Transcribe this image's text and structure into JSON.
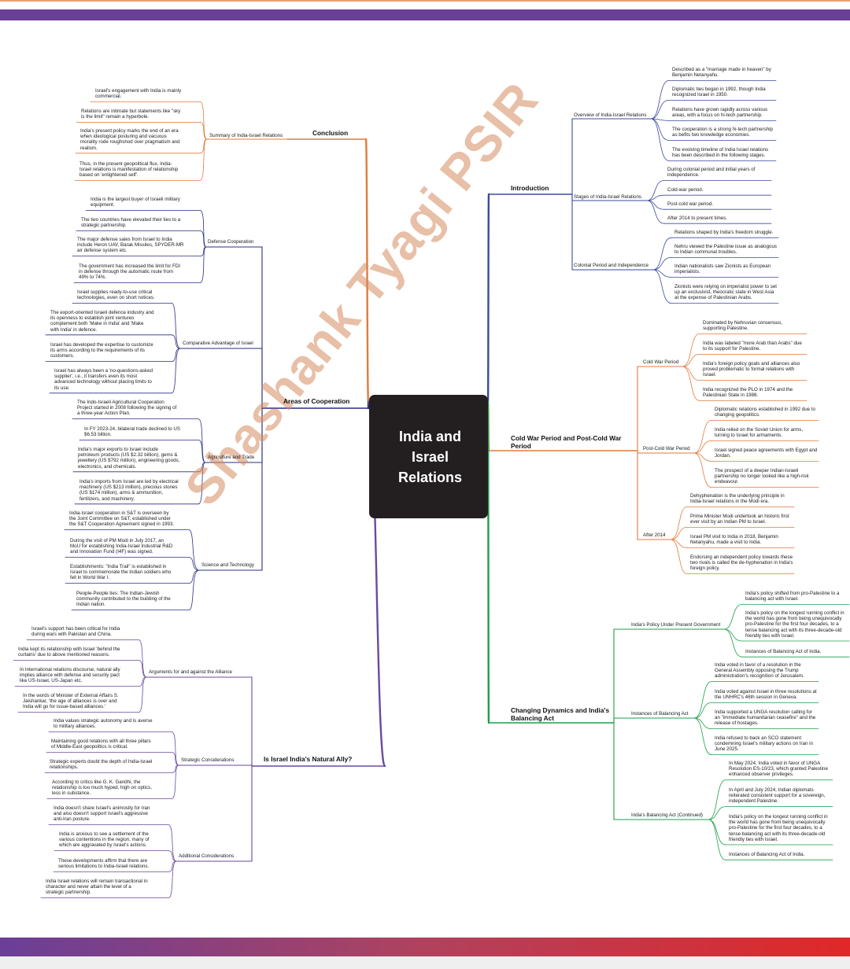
{
  "title": "India and\nIsrael\nRelations",
  "watermark": "Shashank Tyagi PSIR",
  "branch_colors": {
    "introduction": "#3a4a9e",
    "cold_war": "#e07b3b",
    "changing": "#1f9e4a",
    "natural_ally": "#6a4a9e",
    "cooperation": "#2a2f85",
    "conclusion": "#e07b3b"
  },
  "branches": {
    "conclusion": {
      "label": "Conclusion",
      "subs": [
        {
          "label": "Summary of India-Israel Relations",
          "leaves": [
            "Israel's engagement with India is mainly\ncommercial.",
            "Relations are intimate but statements like \"sky\nis the limit\" remain a hyperbole.",
            "India's present policy marks the end of an era\nwhen ideological posturing and vacuous\nmorality rode roughshod over pragmatism and\nrealism.",
            "Thus, in the present geopolitical flux, India-\nIsrael relations is manifestation of relationship\nbased on 'enlightened self'."
          ]
        }
      ]
    },
    "cooperation": {
      "label": "Areas of Cooperation",
      "subs": [
        {
          "label": "Defense Cooperation",
          "leaves": [
            "India is the largest buyer of Israeli military\nequipment.",
            "The two countries have elevated their ties to a\nstrategic partnership.",
            "The major defense sales from Israel to India\ninclude Heron UAV, Barak Missiles, SPYDER-MR\nair defense system etc.",
            "The government has increased the limit for FDI\nin defense through the automatic route from\n49% to 74%."
          ]
        },
        {
          "label": "Comparative Advantage of Israel",
          "leaves": [
            "Israel supplies ready-to-use critical\ntechnologies, even on short notices.",
            "The export-oriented Israeli defence industry and\nits openness to establish joint ventures\ncomplement both 'Make in India' and 'Make\nwith India' in defence.",
            "Israel has developed the expertise to customize\nits arms according to the requirements of its\ncustomers.",
            "Israel has always been a 'no-questions-asked\nsupplier', i.e., it transfers even its most\nadvanced technology without placing limits to\nits use."
          ]
        },
        {
          "label": "Agriculture and Trade",
          "leaves": [
            "The Indo-Israeli Agricultural Cooperation\nProject started in 2008 following the signing of\na three-year Action Plan.",
            "In FY 2023-24, bilateral trade declined to US\n$6.53 billion.",
            "India's major exports to Israel include\npetroleum products (US $2.32 billion), gems &\njewellery (US $792 million), engineering goods,\nelectronics, and chemicals.",
            "India's imports from Israel are led by electrical\nmachinery (US $213 million), precious stones\n(US $174 million), arms & ammunition,\nfertilizers, and machinery."
          ]
        },
        {
          "label": "Science and Technology",
          "leaves": [
            "India-Israel cooperation in S&T is overseen by\nthe Joint Committee on S&T, established under\nthe S&T Cooperation Agreement signed in 1993.",
            "During the visit of PM Modi in July 2017, an\nMoU for establishing India-Israel Industrial R&D\nand Innovation Fund (I4F) was signed.",
            "Establishments: \"India Trail\" is established in\nIsrael to commemorate the Indian soldiers who\nfell in World War I.",
            "People-People ties: The Indian-Jewish\ncommunity contributed to the building of the\nIndian nation."
          ]
        }
      ]
    },
    "natural_ally": {
      "label": "Is Israel India's Natural Ally?",
      "subs": [
        {
          "label": "Arguments for and against the Alliance",
          "leaves": [
            "Israel's support has been critical for India\nduring wars with Pakistan and China.",
            "India kept its relationship with Israel 'behind the\ncurtains' due to above mentioned reasons.",
            "In International relations discourse, natural ally\nimplies alliance with defense and security pact\nlike US-Israel, US-Japan etc.",
            "In the words of Minister of External Affairs S.\nJaishankar, 'the age of alliances is over and\nIndia will go for issue-based alliances.'"
          ]
        },
        {
          "label": "Strategic Considerations",
          "leaves": [
            "India values strategic autonomy and is averse\nto military alliances.",
            "Maintaining good relations with all three pillars\nof Middle-East geopolitics is critical.",
            "Strategic experts doubt the depth of India-Israel\nrelationships.",
            "According to critics like G. K. Gandhi, the\nrelationship is too much hyped, high on optics,\nless in substance."
          ]
        },
        {
          "label": "Additional Considerations",
          "leaves": [
            "India doesn't share Israel's animosity for Iran\nand also doesn't support Israel's aggressive\nanti-Iran posture.",
            "India is anxious to see a settlement of the\nvarious contentions in the region, many of\nwhich are aggravated by Israel's actions.",
            "These developments affirm that there are\nserious limitations to India-Israel relations.",
            "India Israel relations will remain transactional in\ncharacter and never attain the level of a\nstrategic partnership."
          ]
        }
      ]
    },
    "introduction": {
      "label": "Introduction",
      "subs": [
        {
          "label": "Overview of India-Israel Relations",
          "leaves": [
            "Described as a \"marriage made in heaven\" by\nBenjamin Netanyahu.",
            "Diplomatic ties began in 1992, though India\nrecognized Israel in 1950.",
            "Relations have grown rapidly across various\nareas, with a focus on hi-tech partnership.",
            "The cooperation is a strong hi-tech partnership\nas befits two knowledge economies.",
            "The evolving timeline of India Israel relations\nhas been described in the following stages."
          ]
        },
        {
          "label": "Stages of India-Israel Relations",
          "leaves": [
            "During colonial period and initial years of\nindependence.",
            "Cold-war period.",
            "Post-cold war period.",
            "After 2014 to present times."
          ]
        },
        {
          "label": "Colonial Period and Independence",
          "leaves": [
            "Relations shaped by India's freedom struggle.",
            "Nehru viewed the Palestine issue as analogous\nto Indian communal troubles.",
            "Indian nationalists saw Zionists as European\nimperialists.",
            "Zionists were relying on imperialist power to set\nup an exclusivist, theocratic state in West Asia\nat the expense of Palestinian Arabs."
          ]
        }
      ]
    },
    "cold_war": {
      "label": "Cold War Period and Post-Cold War\nPeriod",
      "subs": [
        {
          "label": "Cold War Period",
          "leaves": [
            "Dominated by Nehruvian consensus,\nsupporting Palestine.",
            "India was labeled \"more Arab than Arabs\" due\nto its support for Palestine.",
            "India's foreign policy goals and alliances also\nproved problematic to formal relations with\nIsrael.",
            "India recognized the PLO in 1974 and the\nPalestinian State in 1988."
          ]
        },
        {
          "label": "Post-Cold War Period",
          "leaves": [
            "Diplomatic relations established in 1992 due to\nchanging geopolitics.",
            "India relied on the Soviet Union for arms,\nturning to Israel for armaments.",
            "Israel signed peace agreements with Egypt and\nJordan.",
            "The prospect of a deeper Indian-Israeli\npartnership no longer looked like a high-risk\nendeavour."
          ]
        },
        {
          "label": "After 2014",
          "leaves": [
            "Dehyphenation is the underlying principle in\nIndia-Israel relations in the Modi era.",
            "Prime Minister Modi undertook an historic first\never visit by an Indian PM to Israel.",
            "Israel PM visit to India in 2018, Benjamin\nNetanyahu, made a visit to India.",
            "Endorsing an independent policy towards these\ntwo rivals is called the de-hyphenation in India's\nforeign policy."
          ]
        }
      ]
    },
    "changing": {
      "label": "Changing Dynamics and India's\nBalancing Act",
      "subs": [
        {
          "label": "India's Policy Under Present Government",
          "leaves": [
            "India's policy shifted from pro-Palestine to a\nbalancing act with Israel.",
            "India's policy on the longest running conflict in\nthe world has gone from being unequivocally\npro-Palestine for the first four decades, to a\ntense balancing act with its three-decade-old\nfriendly ties with Israel.",
            "Instances of Balancing Act of India."
          ]
        },
        {
          "label": "Instances of Balancing Act",
          "leaves": [
            "India voted in favor of a resolution in the\nGeneral Assembly opposing the Trump\nadministration's recognition of Jerusalem.",
            "India voted against Israel in three resolutions at\nthe UNHRC's 46th session in Geneva.",
            "India supported a UNGA resolution calling for\nan \"immediate humanitarian ceasefire\" and the\nrelease of hostages.",
            "India refused to back an SCO statement\ncondemning Israel's military actions on Iran in\nJune 2025."
          ]
        },
        {
          "label": "India's Balancing Act (Continued)",
          "leaves": [
            "In May 2024, India voted in favor of UNGA\nResolution ES-10/23, which granted Palestine\nenhanced observer privileges.",
            "In April and July 2024, Indian diplomats\nreiterated consistent support for a sovereign,\nindependent Palestine.",
            "India's policy on the longest running conflict in\nthe world has gone from being unequivocally\npro-Palestine for the first four decades, to a\ntense balancing act with its three-decade-old\nfriendly ties with Israel.",
            "Instances of Balancing Act of India."
          ]
        }
      ]
    }
  }
}
